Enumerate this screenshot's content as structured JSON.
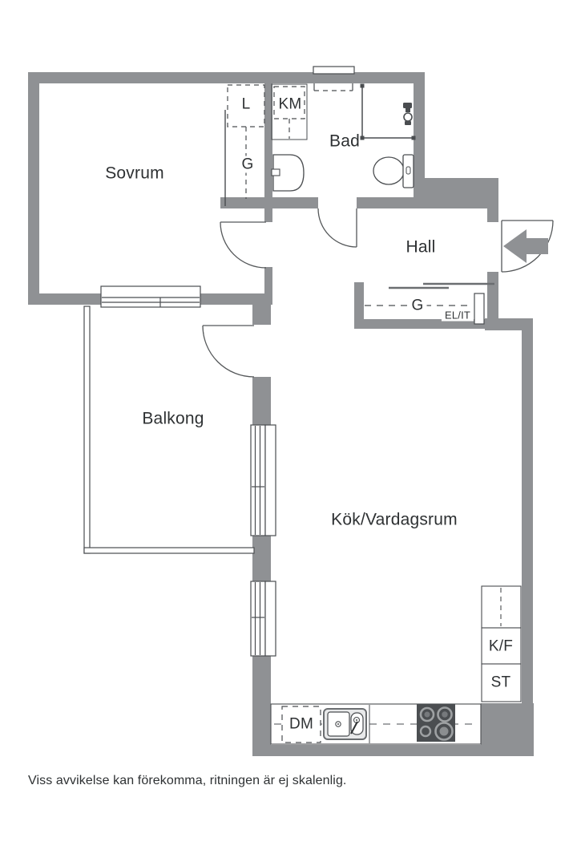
{
  "floorplan": {
    "rooms": [
      {
        "id": "sovrum",
        "label": "Sovrum"
      },
      {
        "id": "bad",
        "label": "Bad"
      },
      {
        "id": "hall",
        "label": "Hall"
      },
      {
        "id": "balkong",
        "label": "Balkong"
      },
      {
        "id": "kok-vardagsrum",
        "label": "Kök/Vardagsrum"
      }
    ],
    "features": [
      {
        "id": "linen-closet",
        "label": "L"
      },
      {
        "id": "washing-machine",
        "label": "KM"
      },
      {
        "id": "wardrobe-bedroom",
        "label": "G"
      },
      {
        "id": "wardrobe-hall",
        "label": "G"
      },
      {
        "id": "electrical-it-cabinet",
        "label": "EL/IT"
      },
      {
        "id": "fridge-freezer",
        "label": "K/F"
      },
      {
        "id": "cleaning-closet",
        "label": "ST"
      },
      {
        "id": "dishwasher",
        "label": "DM"
      }
    ],
    "disclaimer": "Viss avvikelse kan förekomma, ritningen är ej skalenlig.",
    "colors": {
      "wall": "#8F9194",
      "line": "#4A4D50",
      "text": "#2E3133",
      "stove": "#4B4E51",
      "background": "#FFFFFF"
    }
  }
}
